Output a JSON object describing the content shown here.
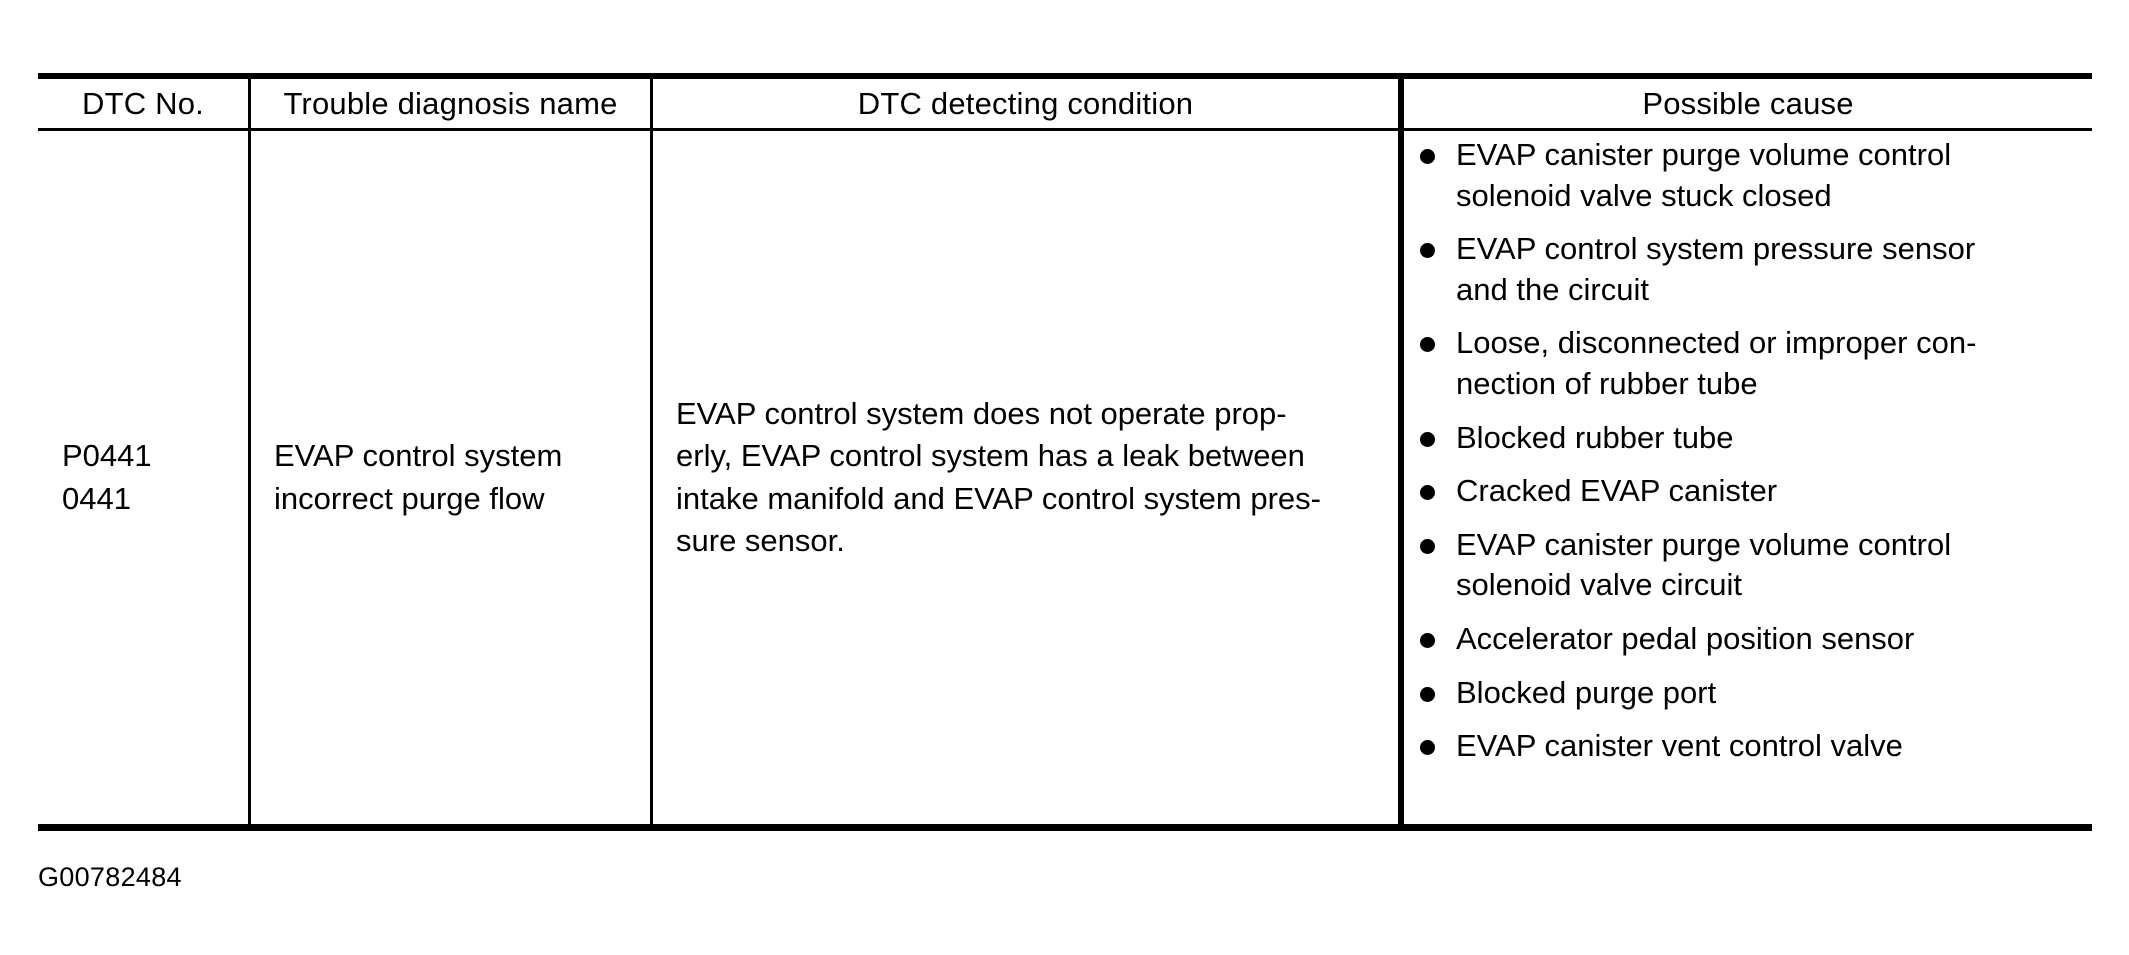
{
  "table": {
    "headers": [
      {
        "label": "DTC No."
      },
      {
        "label": "Trouble diagnosis name"
      },
      {
        "label": "DTC detecting condition"
      },
      {
        "label": "Possible cause"
      }
    ],
    "row": {
      "dtc_no": {
        "primary_code": "P0441",
        "secondary_code": "0441"
      },
      "trouble_diagnosis_name": {
        "full_text": "EVAP control system incorrect purge flow",
        "lines": [
          "EVAP control system",
          "incorrect purge flow"
        ]
      },
      "dtc_detecting_condition": {
        "full_text": "EVAP control system does not operate properly, EVAP control system has a leak between intake manifold and EVAP control system pressure sensor.",
        "lines": [
          "EVAP control system does not operate prop-",
          "erly, EVAP control system has a leak between",
          "intake manifold and EVAP control system pres-",
          "sure sensor."
        ]
      },
      "possible_cause": {
        "bullet_glyph": "•",
        "items": [
          {
            "full_text": "EVAP canister purge volume control solenoid valve stuck closed",
            "lines": [
              "EVAP canister purge volume control",
              "solenoid valve stuck closed"
            ]
          },
          {
            "full_text": "EVAP control system pressure sensor and the circuit",
            "lines": [
              "EVAP control system pressure sensor",
              "and the circuit"
            ]
          },
          {
            "full_text": "Loose, disconnected or improper connection of rubber tube",
            "lines": [
              "Loose, disconnected or improper con-",
              "nection of rubber tube"
            ]
          },
          {
            "full_text": "Blocked rubber tube",
            "lines": [
              "Blocked rubber tube"
            ]
          },
          {
            "full_text": "Cracked EVAP canister",
            "lines": [
              "Cracked EVAP canister"
            ]
          },
          {
            "full_text": "EVAP canister purge volume control solenoid valve circuit",
            "lines": [
              "EVAP canister purge volume control",
              "solenoid valve circuit"
            ]
          },
          {
            "full_text": "Accelerator pedal position sensor",
            "lines": [
              "Accelerator pedal position sensor"
            ]
          },
          {
            "full_text": "Blocked purge port",
            "lines": [
              "Blocked purge port"
            ]
          },
          {
            "full_text": "EVAP canister vent control valve",
            "lines": [
              "EVAP canister vent control valve"
            ]
          }
        ]
      }
    }
  },
  "footer": {
    "figure_code": "G00782484"
  },
  "colors": {
    "ink": "#000000",
    "paper": "#ffffff"
  }
}
